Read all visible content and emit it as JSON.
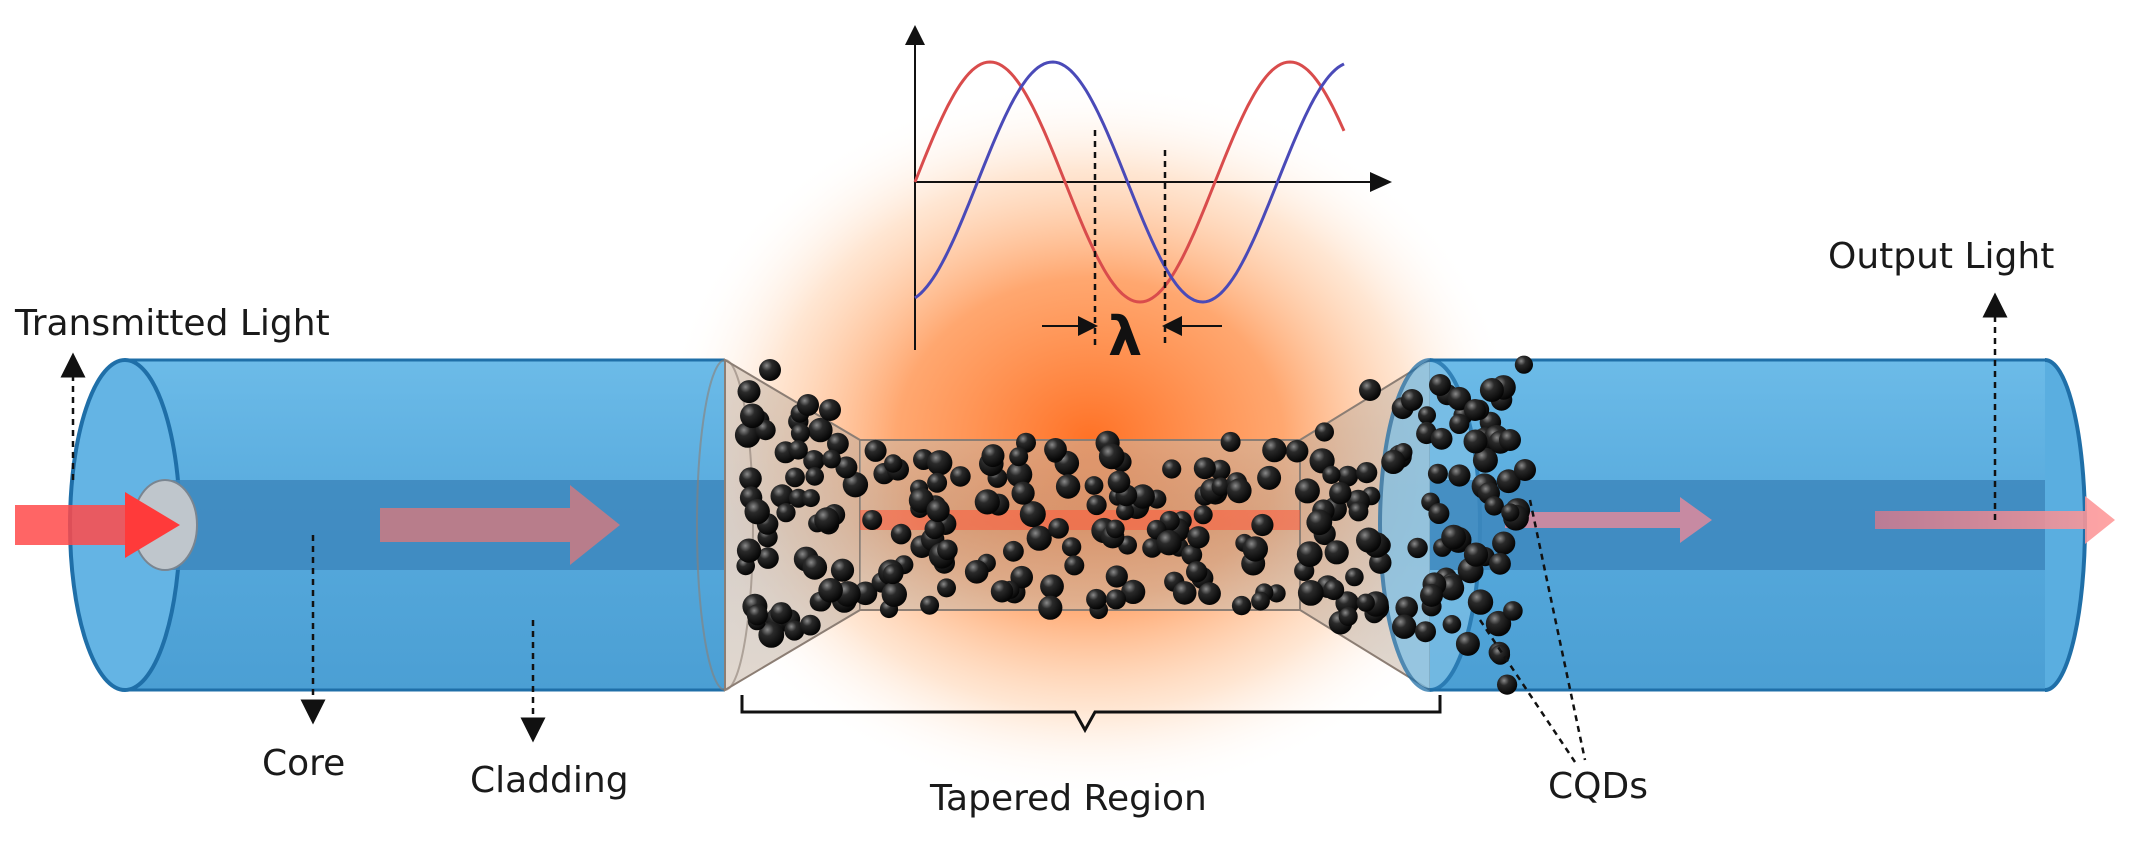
{
  "labels": {
    "transmitted_light": "Transmitted Light",
    "output_light": "Output Light",
    "core": "Core",
    "cladding": "Cladding",
    "tapered_region": "Tapered Region",
    "cqds": "CQDs",
    "lambda": "λ"
  },
  "colors": {
    "fiber_fill": "#5aaee0",
    "fiber_stroke": "#1f6fa8",
    "core_fill": "#3d87bd",
    "glow": "#ff7a2a",
    "wave_red": "#d94c4c",
    "wave_blue": "#4a4ab8",
    "arrow_in": "#ff4040",
    "particle": "#1a1a1a"
  }
}
